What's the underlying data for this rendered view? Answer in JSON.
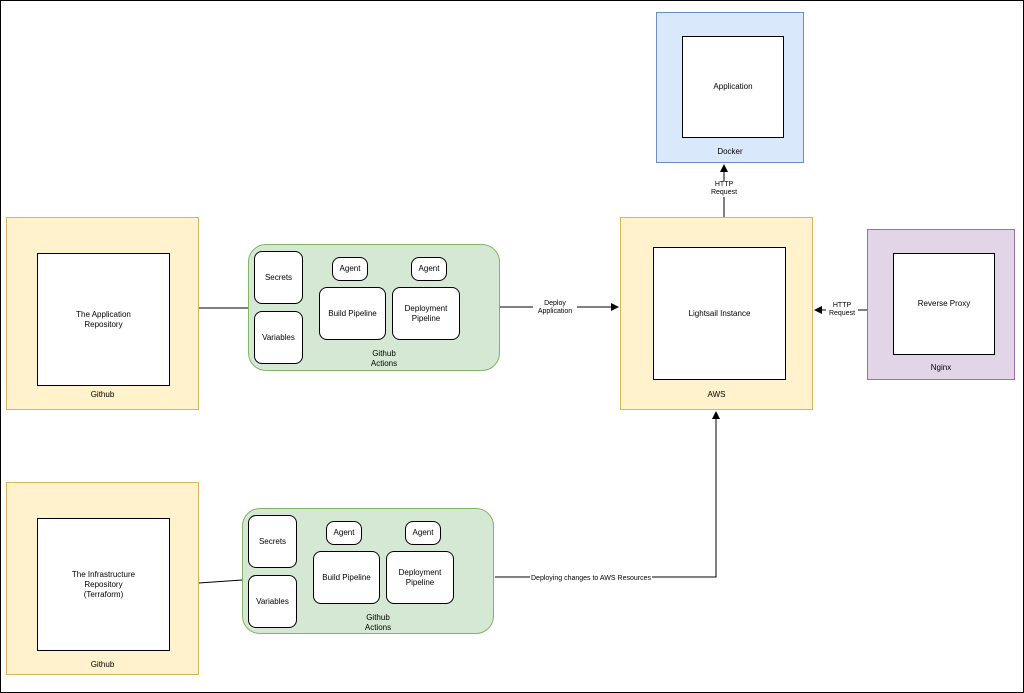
{
  "docker": {
    "title": "Docker",
    "inner": "Application"
  },
  "aws": {
    "title": "AWS",
    "inner": "Lightsail Instance"
  },
  "nginx": {
    "title": "Nginx",
    "inner": "Reverse Proxy"
  },
  "github_app": {
    "title": "Github",
    "inner": "The Application\nRepository"
  },
  "github_infra": {
    "title": "Github",
    "inner": "The Infrastructure\nRepository\n(Terraform)"
  },
  "actions_app": {
    "title": "Github\nActions",
    "secrets": "Secrets",
    "variables": "Variables",
    "agent_build": "Agent",
    "agent_deploy": "Agent",
    "build": "Build Pipeline",
    "deploy": "Deployment\nPipeline"
  },
  "actions_infra": {
    "title": "Github\nActions",
    "secrets": "Secrets",
    "variables": "Variables",
    "agent_build": "Agent",
    "agent_deploy": "Agent",
    "build": "Build Pipeline",
    "deploy": "Deployment\nPipeline"
  },
  "edges": {
    "http_docker": "HTTP\nRequest",
    "http_nginx": "HTTP\nRequest",
    "deploy_app": "Deploy\nApplication",
    "deploy_aws": "Deploying changes to AWS Resources"
  }
}
